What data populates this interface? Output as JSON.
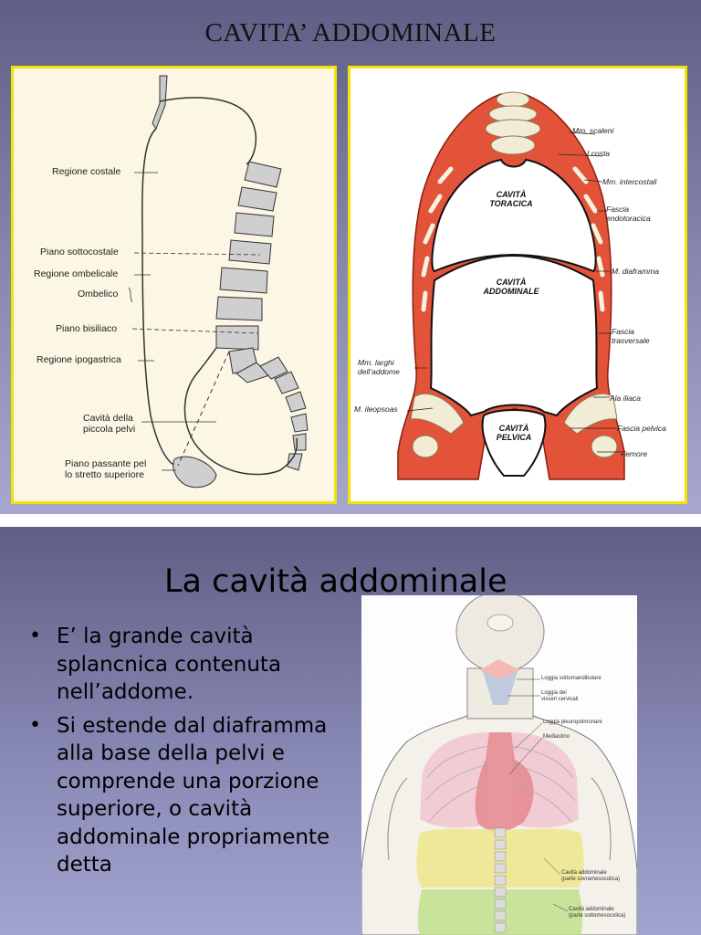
{
  "slide1": {
    "title": "CAVITA’ ADDOMINALE",
    "left_figure": {
      "labels": [
        "Regione costale",
        "Piano sottocostale",
        "Regione ombelicale",
        "Ombelico",
        "Piano bisiliaco",
        "Regione ipogastrica",
        "Cavità della",
        "piccola pelvi",
        "Piano passante pel",
        "lo stretto superiore"
      ]
    },
    "right_figure": {
      "cavities": [
        "CAVITÀ",
        "TORACICA",
        "CAVITÀ",
        "ADDOMINALE",
        "CAVITÀ",
        "PELVICA"
      ],
      "labels_right": [
        "Mm. scaleni",
        "I costa",
        "Mm. intercostali",
        "Fascia",
        "endotoracica",
        "M. diaframma",
        "Fascia",
        "trasversale",
        "Ala iliaca",
        "Fascia pelvica",
        "Femore"
      ],
      "labels_left": [
        "Mm. larghi",
        "dell’addome",
        "M. ileopsoas"
      ]
    }
  },
  "slide2": {
    "title": "La cavità addominale",
    "bullets": [
      "E’ la grande cavità splancnica contenuta nell’addome.",
      "Si estende dal diaframma alla base della pelvi e comprende una porzione superiore, o cavità addominale propriamente detta"
    ],
    "figure_labels": [
      "Loggia sottomandibolare",
      "Loggia dei",
      "visceri cervicali",
      "Loggia pleuropolmonare",
      "Mediastino",
      "Cavità addominale",
      "(parte sovramesocolica)",
      "Cavità addominale",
      "(parte sottomesocolica)"
    ]
  }
}
